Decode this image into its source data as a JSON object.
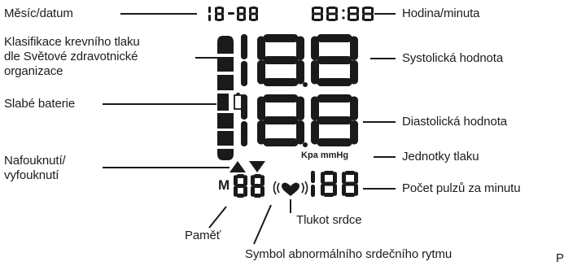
{
  "labels": {
    "month_date": "Měsíc/datum",
    "hour_minute": "Hodina/minuta",
    "classification": "Klasifikace krevního tlaku\ndle Světové zdravotnické\norganizace",
    "systolic": "Systolická hodnota",
    "low_battery": "Slabé baterie",
    "diastolic": "Diastolická hodnota",
    "inflate_deflate": "Nafouknutí/\nvyfouknutí",
    "units": "Jednotky tlaku",
    "pulse_count": "Počet pulzů za minutu",
    "heartbeat": "Tlukot srdce",
    "memory": "Paměť",
    "irregular_heartbeat": "Symbol abnormálního srdečního rytmu",
    "corner_letter": "P"
  },
  "display": {
    "date": "18-88",
    "time": "88:88",
    "systolic_digits": "188",
    "diastolic_digits": "188",
    "units_text": "Kpa mmHg",
    "memory_mark": "M",
    "memory_digits": "88",
    "pulse_digits": "188",
    "classification_levels": 6
  },
  "colors": {
    "ink": "#1a1a1a",
    "text": "#1c1c1c",
    "background": "#ffffff"
  }
}
